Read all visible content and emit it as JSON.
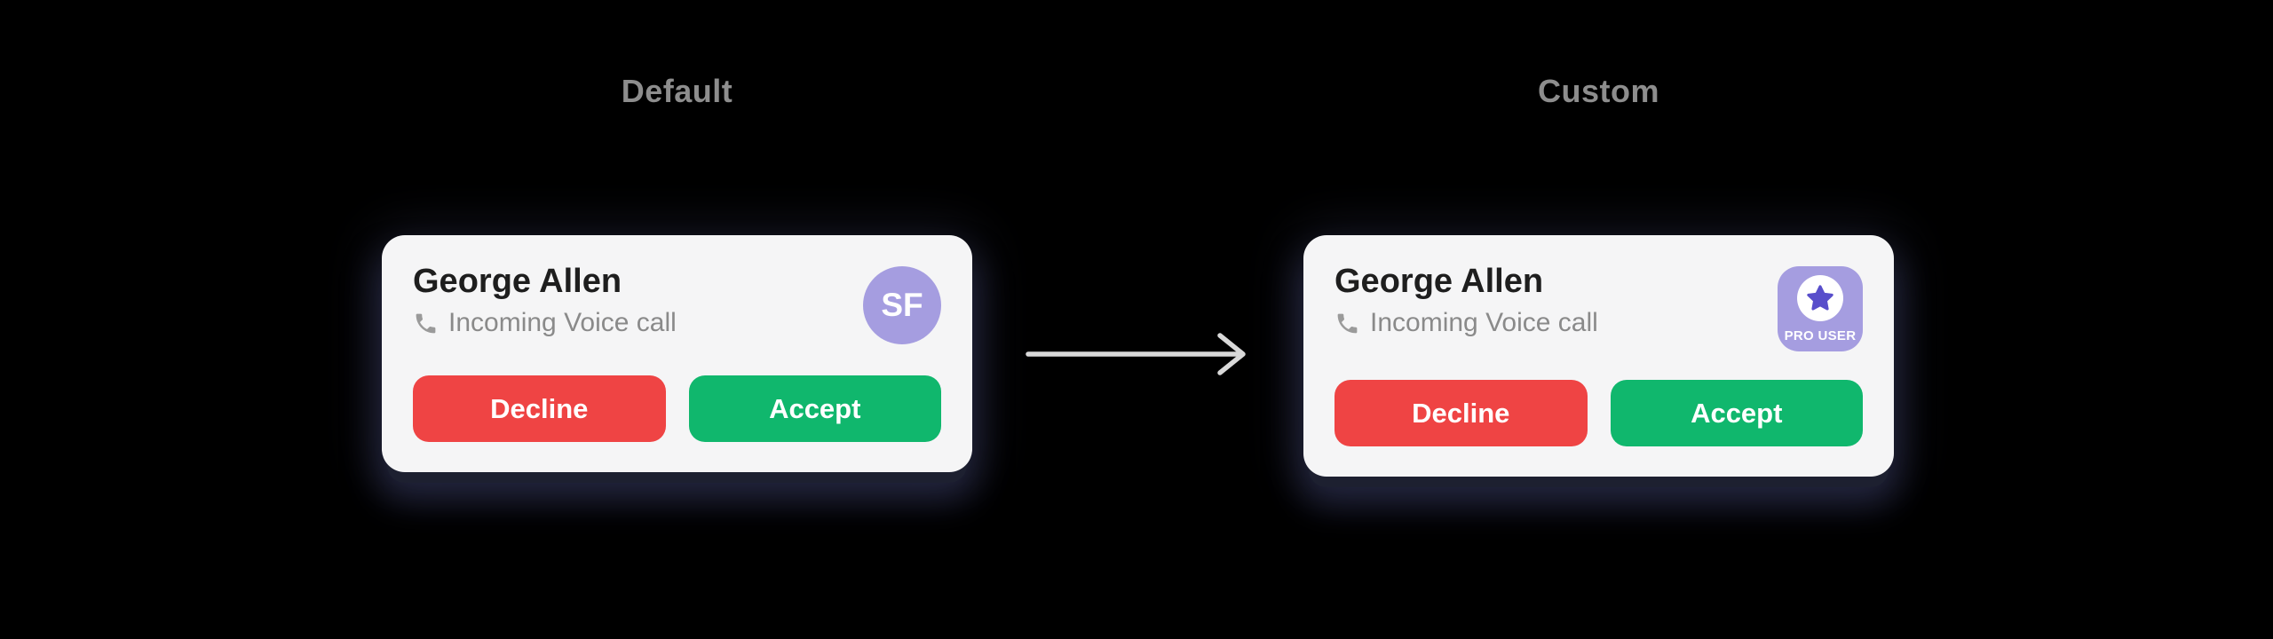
{
  "page": {
    "background_color": "#000000",
    "label_color": "#8d8d8d"
  },
  "sections": {
    "default_label": "Default",
    "custom_label": "Custom"
  },
  "cards": {
    "default": {
      "caller_name": "George Allen",
      "subtitle": "Incoming Voice call",
      "avatar_initials": "SF",
      "decline_label": "Decline",
      "accept_label": "Accept"
    },
    "custom": {
      "caller_name": "George Allen",
      "subtitle": "Incoming Voice call",
      "badge_label": "PRO USER",
      "decline_label": "Decline",
      "accept_label": "Accept"
    }
  },
  "icons": {
    "phone": "phone-handset-icon",
    "star": "star-icon",
    "arrow": "right-arrow-icon"
  },
  "colors": {
    "card_background": "#f5f5f6",
    "caller_name": "#1e1e1e",
    "subtitle": "#8a8a8a",
    "decline_button": "#ef4444",
    "accept_button": "#10b76d",
    "avatar_purple": "#a59de0",
    "star_purple": "#584ecb",
    "arrow_gray": "#d9d9d9"
  }
}
